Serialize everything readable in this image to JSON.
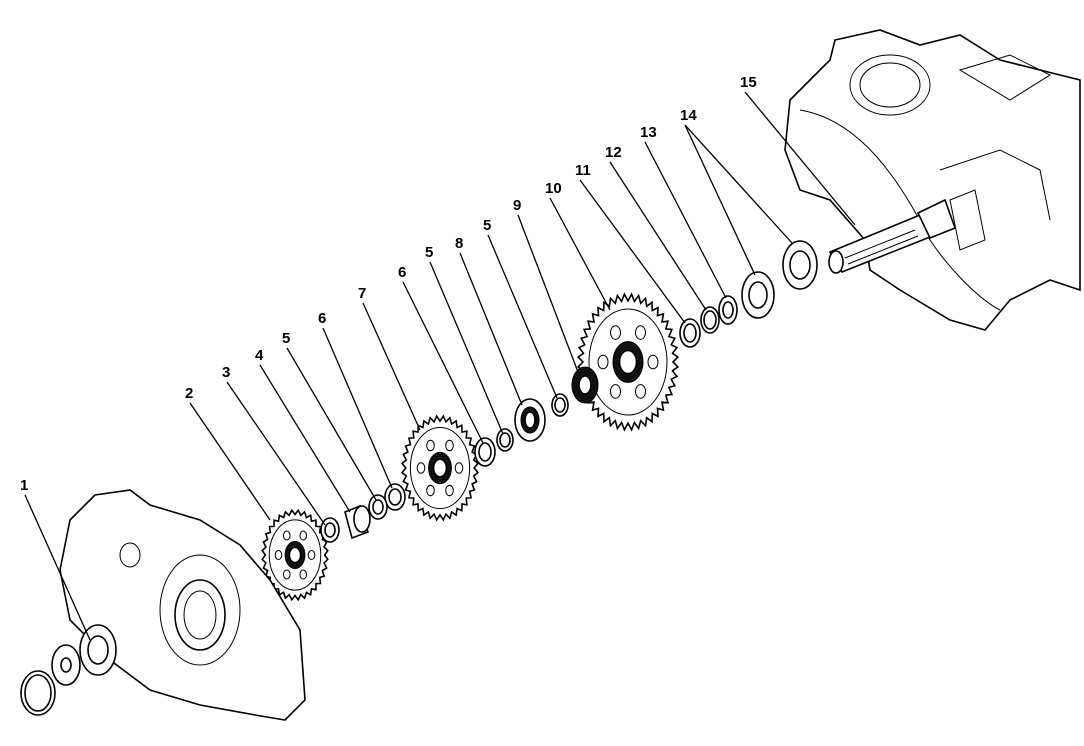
{
  "callouts": [
    {
      "text": "1"
    },
    {
      "text": "2"
    },
    {
      "text": "3"
    },
    {
      "text": "4"
    },
    {
      "text": "5"
    },
    {
      "text": "6"
    },
    {
      "text": "7"
    },
    {
      "text": "6"
    },
    {
      "text": "5"
    },
    {
      "text": "8"
    },
    {
      "text": "5"
    },
    {
      "text": "9"
    },
    {
      "text": "10"
    },
    {
      "text": "11"
    },
    {
      "text": "12"
    },
    {
      "text": "13"
    },
    {
      "text": "14"
    },
    {
      "text": "15"
    }
  ]
}
